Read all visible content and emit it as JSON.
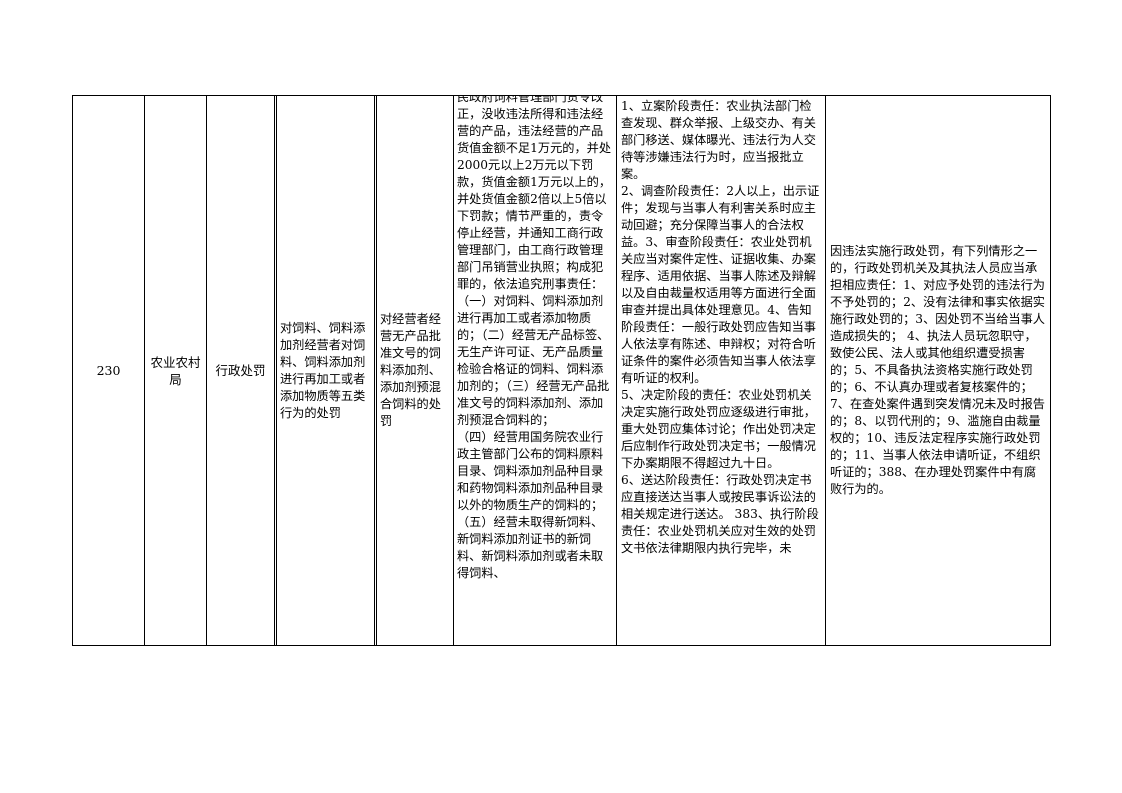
{
  "row": {
    "number": "230",
    "department": "农业农村局",
    "category": "行政处罚",
    "item_name": "对饲料、饲料添加剂经营者对饲料、饲料添加剂进行再加工或者添加物质等五类行为的处罚",
    "sub_item": "对经营者经营无产品批准文号的饲料添加剂、添加剂预混合饲料的处罚",
    "basis": "民政府饲料管理部门责令改正，没收违法所得和违法经营的产品，违法经营的产品货值金额不足1万元的，并处2000元以上2万元以下罚款，货值金额1万元以上的，并处货值金额2倍以上5倍以下罚款；情节严重的，责令停止经营，并通知工商行政管理部门，由工商行政管理部门吊销营业执照；构成犯罪的，依法追究刑事责任：（一）对饲料、饲料添加剂进行再加工或者添加物质的；（二）经营无产品标签、无生产许可证、无产品质量检验合格证的饲料、饲料添加剂的；（三）经营无产品批准文号的饲料添加剂、添加剂预混合饲料的；\n（四）经营用国务院农业行政主管部门公布的饲料原料目录、饲料添加剂品种目录和药物饲料添加剂品种目录以外的物质生产的饲料的；（五）经营未取得新饲料、新饲料添加剂证书的新饲料、新饲料添加剂或者未取得饲料、",
    "responsibility": "1、立案阶段责任：农业执法部门检查发现、群众举报、上级交办、有关部门移送、媒体曝光、违法行为人交待等涉嫌违法行为时，应当报批立案。\n2、调查阶段责任：2人以上，出示证件；发现与当事人有利害关系时应主动回避；充分保障当事人的合法权益。3、审查阶段责任：农业处罚机关应当对案件定性、证据收集、办案程序、适用依据、当事人陈述及辩解以及自由裁量权适用等方面进行全面审查并提出具体处理意见。4、告知阶段责任：一般行政处罚应告知当事人依法享有陈述、申辩权；对符合听证条件的案件必须告知当事人依法享有听证的权利。\n5、决定阶段的责任：农业处罚机关决定实施行政处罚应逐级进行审批，重大处罚应集体讨论；作出处罚决定后应制作行政处罚决定书；一般情况下办案期限不得超过九十日。\n6、送达阶段责任：行政处罚决定书应直接送达当事人或按民事诉讼法的相关规定进行送达。 383、执行阶段责任：农业处罚机关应对生效的处罚文书依法律期限内执行完毕，未",
    "accountability": "因违法实施行政处罚，有下列情形之一的，行政处罚机关及其执法人员应当承担相应责任：1、对应予处罚的违法行为不予处罚的；2、没有法律和事实依据实施行政处罚的；3、因处罚不当给当事人造成损失的；  4、执法人员玩忽职守，致使公民、法人或其他组织遭受损害的；5、不具备执法资格实施行政处罚的；6、不认真办理或者复核案件的；7、在查处案件遇到突发情况未及时报告的；8、以罚代刑的；9、滥施自由裁量权的；10、违反法定程序实施行政处罚的；11、当事人依法申请听证，不组织听证的；388、在办理处罚案件中有腐败行为的。"
  }
}
